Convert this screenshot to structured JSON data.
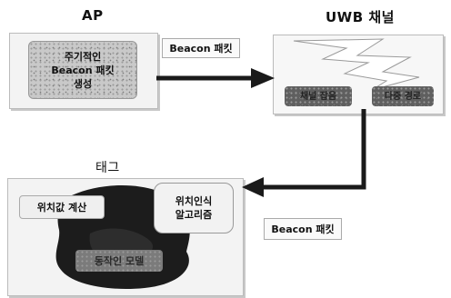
{
  "ap": {
    "title": "AP",
    "box_lines": [
      "주기적인",
      "Beacon 패킷",
      "생성"
    ]
  },
  "uwb": {
    "title": "UWB 채널",
    "left_box": "채널 잡음",
    "right_box": "다중 경로"
  },
  "tag": {
    "title": "태그",
    "calc_box": "위치값 계산",
    "algo_lines": [
      "위치인식",
      "알고리즘"
    ],
    "model_box": "동작인 모델"
  },
  "edges": {
    "top_label": "Beacon 패킷",
    "bottom_label": "Beacon 패킷"
  }
}
